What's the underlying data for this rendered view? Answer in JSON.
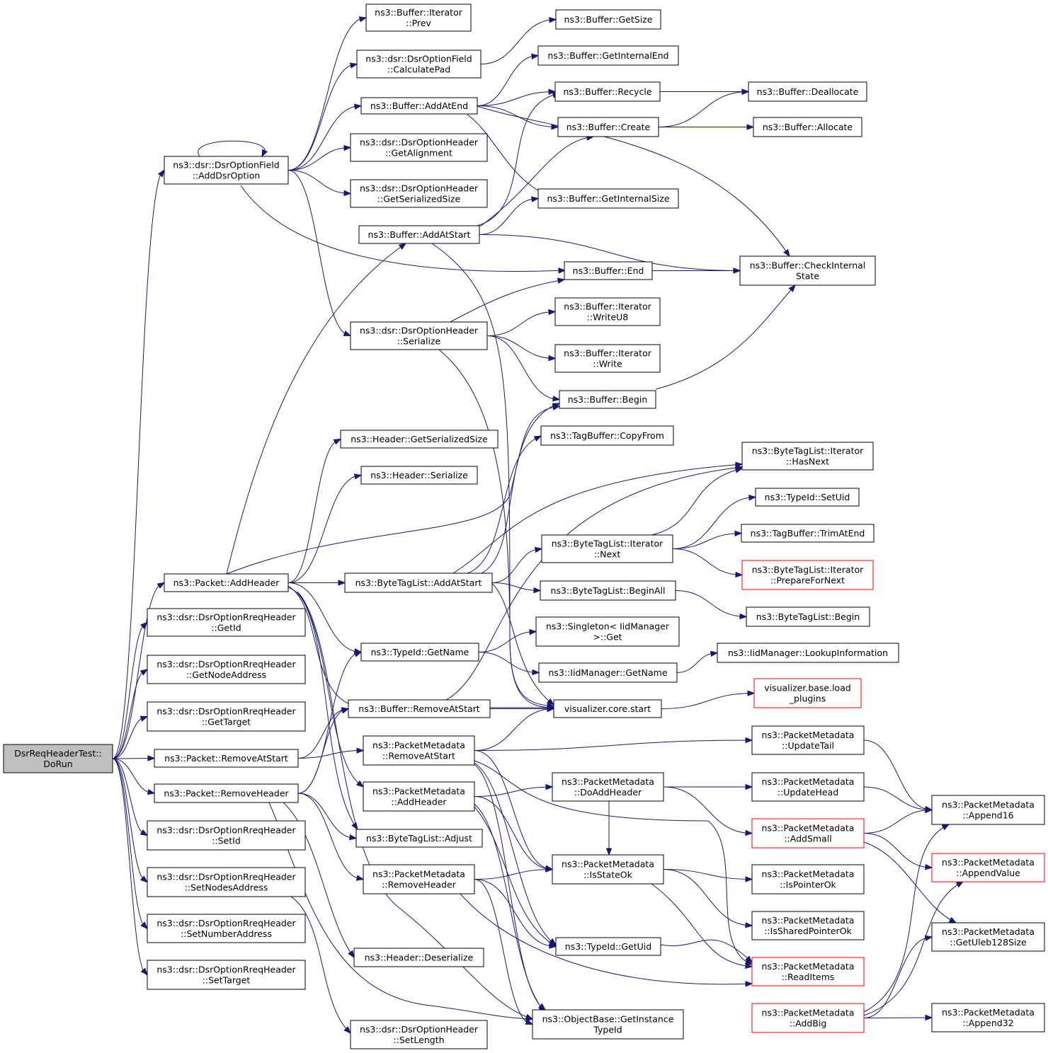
{
  "nodes": [
    {
      "id": "root",
      "lines": [
        "DsrReqHeaderTest::",
        "DoRun"
      ],
      "style": "root"
    },
    {
      "id": "addDsrOption",
      "lines": [
        "ns3::dsr::DsrOptionField",
        "::AddDsrOption"
      ]
    },
    {
      "id": "itPrev",
      "lines": [
        "ns3::Buffer::Iterator",
        "::Prev"
      ]
    },
    {
      "id": "calcPad",
      "lines": [
        "ns3::dsr::DsrOptionField",
        "::CalculatePad"
      ]
    },
    {
      "id": "addAtEnd",
      "lines": [
        "ns3::Buffer::AddAtEnd"
      ]
    },
    {
      "id": "getAlign",
      "lines": [
        "ns3::dsr::DsrOptionHeader",
        "::GetAlignment"
      ]
    },
    {
      "id": "optGetSer",
      "lines": [
        "ns3::dsr::DsrOptionHeader",
        "::GetSerializedSize"
      ]
    },
    {
      "id": "addAtStart",
      "lines": [
        "ns3::Buffer::AddAtStart"
      ]
    },
    {
      "id": "optSerialize",
      "lines": [
        "ns3::dsr::DsrOptionHeader",
        "::Serialize"
      ]
    },
    {
      "id": "getSize",
      "lines": [
        "ns3::Buffer::GetSize"
      ]
    },
    {
      "id": "getIntEnd",
      "lines": [
        "ns3::Buffer::GetInternalEnd"
      ]
    },
    {
      "id": "recycle",
      "lines": [
        "ns3::Buffer::Recycle"
      ]
    },
    {
      "id": "create",
      "lines": [
        "ns3::Buffer::Create"
      ]
    },
    {
      "id": "getIntSize",
      "lines": [
        "ns3::Buffer::GetInternalSize"
      ]
    },
    {
      "id": "end",
      "lines": [
        "ns3::Buffer::End"
      ]
    },
    {
      "id": "writeU8",
      "lines": [
        "ns3::Buffer::Iterator",
        "::WriteU8"
      ]
    },
    {
      "id": "write",
      "lines": [
        "ns3::Buffer::Iterator",
        "::Write"
      ]
    },
    {
      "id": "begin",
      "lines": [
        "ns3::Buffer::Begin"
      ]
    },
    {
      "id": "deallocate",
      "lines": [
        "ns3::Buffer::Deallocate"
      ]
    },
    {
      "id": "allocate",
      "lines": [
        "ns3::Buffer::Allocate"
      ]
    },
    {
      "id": "checkState",
      "lines": [
        "ns3::Buffer::CheckInternal",
        "State"
      ]
    },
    {
      "id": "hdrGetSer",
      "lines": [
        "ns3::Header::GetSerializedSize"
      ]
    },
    {
      "id": "hdrSerialize",
      "lines": [
        "ns3::Header::Serialize"
      ]
    },
    {
      "id": "tagCopy",
      "lines": [
        "ns3::TagBuffer::CopyFrom"
      ]
    },
    {
      "id": "hasNext",
      "lines": [
        "ns3::ByteTagList::Iterator",
        "::HasNext"
      ]
    },
    {
      "id": "setUid",
      "lines": [
        "ns3::TypeId::SetUid"
      ]
    },
    {
      "id": "trimAtEnd",
      "lines": [
        "ns3::TagBuffer::TrimAtEnd"
      ]
    },
    {
      "id": "iterNext",
      "lines": [
        "ns3::ByteTagList::Iterator",
        "::Next"
      ]
    },
    {
      "id": "prepNext",
      "lines": [
        "ns3::ByteTagList::Iterator",
        "::PrepareForNext"
      ],
      "style": "trunc"
    },
    {
      "id": "pktAddHeader",
      "lines": [
        "ns3::Packet::AddHeader"
      ]
    },
    {
      "id": "btlAddAtStart",
      "lines": [
        "ns3::ByteTagList::AddAtStart"
      ]
    },
    {
      "id": "beginAll",
      "lines": [
        "ns3::ByteTagList::BeginAll"
      ]
    },
    {
      "id": "btlBegin",
      "lines": [
        "ns3::ByteTagList::Begin"
      ]
    },
    {
      "id": "getId",
      "lines": [
        "ns3::dsr::DsrOptionRreqHeader",
        "::GetId"
      ]
    },
    {
      "id": "typeGetName",
      "lines": [
        "ns3::TypeId::GetName"
      ]
    },
    {
      "id": "singletonGet",
      "lines": [
        "ns3::Singleton< IidManager",
        ">::Get"
      ]
    },
    {
      "id": "iidLookup",
      "lines": [
        "ns3::IidManager::LookupInformation"
      ]
    },
    {
      "id": "getNodeAddr",
      "lines": [
        "ns3::dsr::DsrOptionRreqHeader",
        "::GetNodeAddress"
      ]
    },
    {
      "id": "iidGetName",
      "lines": [
        "ns3::IidManager::GetName"
      ]
    },
    {
      "id": "getTarget",
      "lines": [
        "ns3::dsr::DsrOptionRreqHeader",
        "::GetTarget"
      ]
    },
    {
      "id": "bufRemoveAtStart",
      "lines": [
        "ns3::Buffer::RemoveAtStart"
      ]
    },
    {
      "id": "vizStart",
      "lines": [
        "visualizer.core.start"
      ]
    },
    {
      "id": "vizLoad",
      "lines": [
        "visualizer.base.load",
        "_plugins"
      ],
      "style": "trunc"
    },
    {
      "id": "pktRemoveAtStart",
      "lines": [
        "ns3::Packet::RemoveAtStart"
      ]
    },
    {
      "id": "pmRemoveAtStart",
      "lines": [
        "ns3::PacketMetadata",
        "::RemoveAtStart"
      ]
    },
    {
      "id": "updateTail",
      "lines": [
        "ns3::PacketMetadata",
        "::UpdateTail"
      ]
    },
    {
      "id": "pktRemoveHeader",
      "lines": [
        "ns3::Packet::RemoveHeader"
      ]
    },
    {
      "id": "pmAddHeader",
      "lines": [
        "ns3::PacketMetadata",
        "::AddHeader"
      ]
    },
    {
      "id": "doAddHeader",
      "lines": [
        "ns3::PacketMetadata",
        "::DoAddHeader"
      ]
    },
    {
      "id": "updateHead",
      "lines": [
        "ns3::PacketMetadata",
        "::UpdateHead"
      ]
    },
    {
      "id": "append16",
      "lines": [
        "ns3::PacketMetadata",
        "::Append16"
      ]
    },
    {
      "id": "setIdNode",
      "lines": [
        "ns3::dsr::DsrOptionRreqHeader",
        "::SetId"
      ]
    },
    {
      "id": "btlAdjust",
      "lines": [
        "ns3::ByteTagList::Adjust"
      ]
    },
    {
      "id": "addSmall",
      "lines": [
        "ns3::PacketMetadata",
        "::AddSmall"
      ],
      "style": "trunc"
    },
    {
      "id": "appendValue",
      "lines": [
        "ns3::PacketMetadata",
        "::AppendValue"
      ],
      "style": "trunc"
    },
    {
      "id": "setNodesAddr",
      "lines": [
        "ns3::dsr::DsrOptionRreqHeader",
        "::SetNodesAddress"
      ]
    },
    {
      "id": "pmRemoveHeader",
      "lines": [
        "ns3::PacketMetadata",
        "::RemoveHeader"
      ]
    },
    {
      "id": "isStateOk",
      "lines": [
        "ns3::PacketMetadata",
        "::IsStateOk"
      ]
    },
    {
      "id": "isPointerOk",
      "lines": [
        "ns3::PacketMetadata",
        "::IsPointerOk"
      ]
    },
    {
      "id": "setNumberAddr",
      "lines": [
        "ns3::dsr::DsrOptionRreqHeader",
        "::SetNumberAddress"
      ]
    },
    {
      "id": "isSharedPtrOk",
      "lines": [
        "ns3::PacketMetadata",
        "::IsSharedPointerOk"
      ]
    },
    {
      "id": "getUleb",
      "lines": [
        "ns3::PacketMetadata",
        "::GetUleb128Size"
      ]
    },
    {
      "id": "typeGetUid",
      "lines": [
        "ns3::TypeId::GetUid"
      ]
    },
    {
      "id": "hdrDeserialize",
      "lines": [
        "ns3::Header::Deserialize"
      ]
    },
    {
      "id": "setTarget",
      "lines": [
        "ns3::dsr::DsrOptionRreqHeader",
        "::SetTarget"
      ]
    },
    {
      "id": "readItems",
      "lines": [
        "ns3::PacketMetadata",
        "::ReadItems"
      ],
      "style": "trunc"
    },
    {
      "id": "addBig",
      "lines": [
        "ns3::PacketMetadata",
        "::AddBig"
      ],
      "style": "trunc"
    },
    {
      "id": "append32",
      "lines": [
        "ns3::PacketMetadata",
        "::Append32"
      ]
    },
    {
      "id": "getInstTypeId",
      "lines": [
        "ns3::ObjectBase::GetInstance",
        "TypeId"
      ]
    },
    {
      "id": "setLength",
      "lines": [
        "ns3::dsr::DsrOptionHeader",
        "::SetLength"
      ]
    }
  ],
  "colors": {
    "edge": "#191970",
    "root_fill": "#bfbfbf",
    "truncated_border": "#ff0000",
    "node_border": "#000000"
  }
}
